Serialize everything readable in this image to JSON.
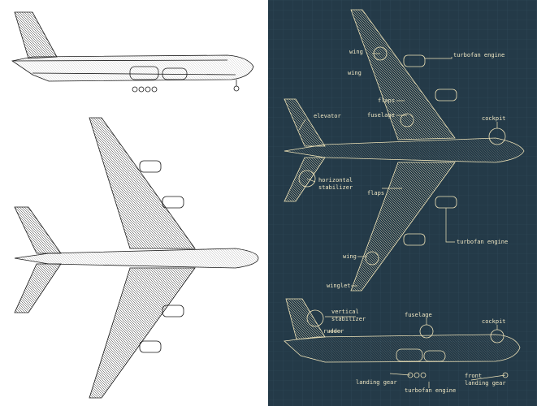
{
  "colors": {
    "left_bg": "#ffffff",
    "left_line": "#1a1a1a",
    "right_bg": "#243a48",
    "right_line": "#efe3b8",
    "grid": "#2f4a5a"
  },
  "labels": {
    "wing_top": "wing",
    "wing_top2": "wing",
    "turbofan_top": "turbofan engine",
    "flaps_top": "flaps",
    "fuselage_top": "fuselage",
    "cockpit_top": "cockpit",
    "elevator": "elevator",
    "horizontal_stabilizer_1": "horizontal",
    "horizontal_stabilizer_2": "stabilizer",
    "flaps_bottom": "flaps",
    "turbofan_mid": "turbofan engine",
    "wing_bottom": "wing",
    "winglet": "winglet",
    "vertical_stabilizer_1": "vertical",
    "vertical_stabilizer_2": "stabilizer",
    "rudder": "rudder",
    "fuselage_side": "fuselage",
    "cockpit_side": "cockpit",
    "landing_gear": "landing gear",
    "turbofan_side": "turbofan engine",
    "front_landing_gear_1": "front",
    "front_landing_gear_2": "landing gear"
  }
}
